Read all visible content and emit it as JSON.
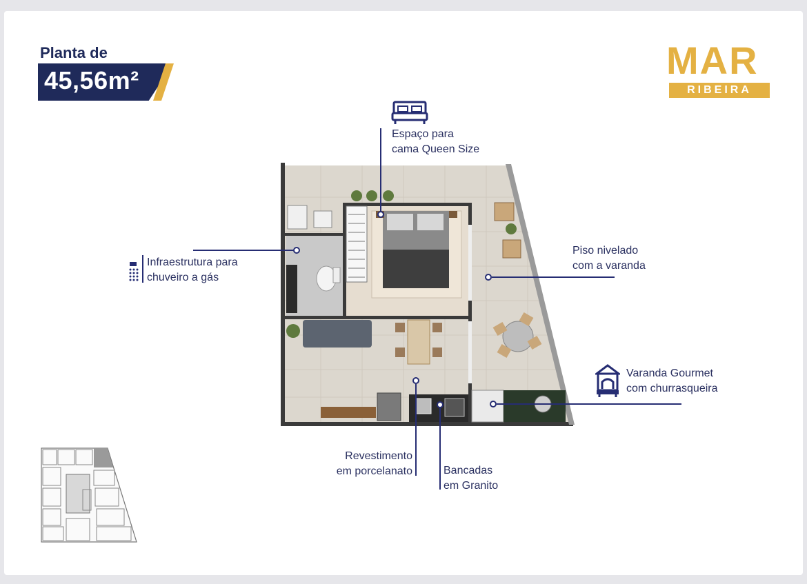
{
  "title": {
    "prefix": "Planta de",
    "area": "45,56m²"
  },
  "logo": {
    "name": "MAR",
    "sub": "RIBEIRA"
  },
  "callouts": {
    "bed": {
      "line1": "Espaço para",
      "line2": "cama Queen Size",
      "icon": "bed-icon"
    },
    "shower": {
      "line1": "Infraestrutura para",
      "line2": "chuveiro a gás",
      "icon": "shower-icon"
    },
    "floor": {
      "line1": "Piso nivelado",
      "line2": "com a varanda"
    },
    "balcony": {
      "line1": "Varanda Gourmet",
      "line2": "com churrasqueira",
      "icon": "grill-icon"
    },
    "porcelain": {
      "line1": "Revestimento",
      "line2": "em porcelanato"
    },
    "granite": {
      "line1": "Bancadas",
      "line2": "em Granito"
    }
  },
  "colors": {
    "navy": "#1f2a5a",
    "gold": "#e4b143",
    "line": "#262d73"
  }
}
